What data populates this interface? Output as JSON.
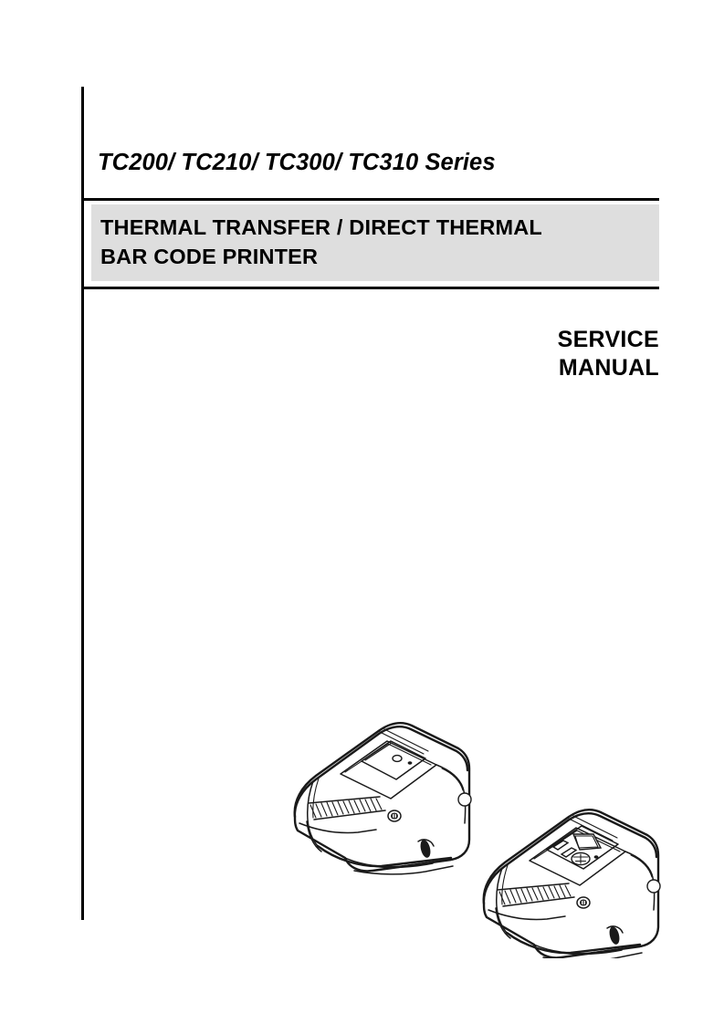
{
  "page": {
    "background_color": "#ffffff",
    "rule_color": "#000000",
    "band_color": "#dedede"
  },
  "cover": {
    "series_title": "TC200/ TC210/ TC300/ TC310 Series",
    "subtitle_line1": "THERMAL TRANSFER / DIRECT THERMAL",
    "subtitle_line2": "BAR CODE PRINTER",
    "doc_type_line1": "SERVICE",
    "doc_type_line2": "MANUAL"
  },
  "illustrations": {
    "caption": "",
    "printers": [
      {
        "name": "printer-without-display",
        "description": "Desktop thermal transfer bar code printer, three-quarter view, plain top cover with single button and LED indicator"
      },
      {
        "name": "printer-with-display",
        "description": "Desktop thermal transfer bar code printer, three-quarter view, top cover with LCD display, two function keys and navigation pad"
      }
    ]
  }
}
